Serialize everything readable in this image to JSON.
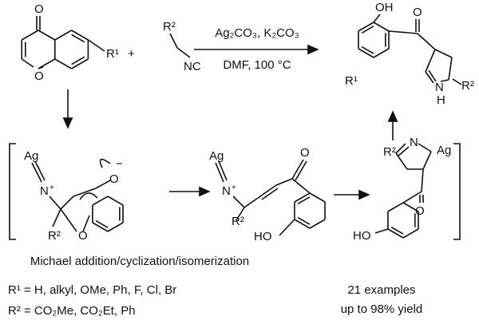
{
  "reagents": {
    "chromone_substituent": "R¹",
    "plus": "+",
    "isocyanide_substituent": "R²",
    "isocyanide_group": "NC",
    "conditions_top": "Ag₂CO₃, K₂CO₃",
    "conditions_bottom": "DMF, 100 °C"
  },
  "product": {
    "hydroxyl": "OH",
    "carbonyl_o": "O",
    "r1": "R¹",
    "r2": "R²",
    "nh_n": "N",
    "nh_h": "H"
  },
  "intermediate1": {
    "ag": "Ag",
    "n": "N",
    "plus": "+",
    "minus": "−",
    "o_minus": "O",
    "r2": "R²",
    "ring_o": "O"
  },
  "intermediate2": {
    "ag": "Ag",
    "n": "N",
    "plus": "+",
    "o": "O",
    "r2": "R²",
    "ho": "HO"
  },
  "intermediate3": {
    "r2": "R²",
    "n": "N",
    "ag": "Ag",
    "o": "O",
    "ho": "HO"
  },
  "chromone": {
    "carbonyl_o": "O",
    "ring_o": "O"
  },
  "caption": "Michael addition/cyclization/isomerization",
  "scope": {
    "r1_line": "R¹ = H, alkyl, OMe, Ph, F, Cl, Br",
    "r2_line": "R² = CO₂Me, CO₂Et, Ph"
  },
  "summary": {
    "examples": "21 examples",
    "yield": "up to 98% yield"
  }
}
